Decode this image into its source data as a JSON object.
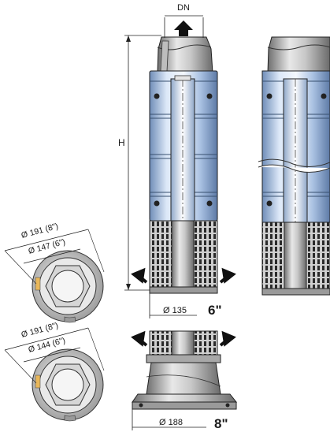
{
  "labels": {
    "dn": "DN",
    "height": "H",
    "dia_135": "Ø 135",
    "size_6": "6\"",
    "dia_188": "Ø 188",
    "size_8": "8\"",
    "dia_191_8_top": "Ø 191 (8\")",
    "dia_147_6": "Ø 147 (6\")",
    "dia_191_8_bottom": "Ø 191 (8\")",
    "dia_144_6": "Ø 144 (6\")"
  },
  "colors": {
    "body_light": "#dbe7f7",
    "body_mid": "#9bb6de",
    "body_dark": "#5d7aa6",
    "metal": "#8f8f8f",
    "line": "#1a1a1a"
  }
}
